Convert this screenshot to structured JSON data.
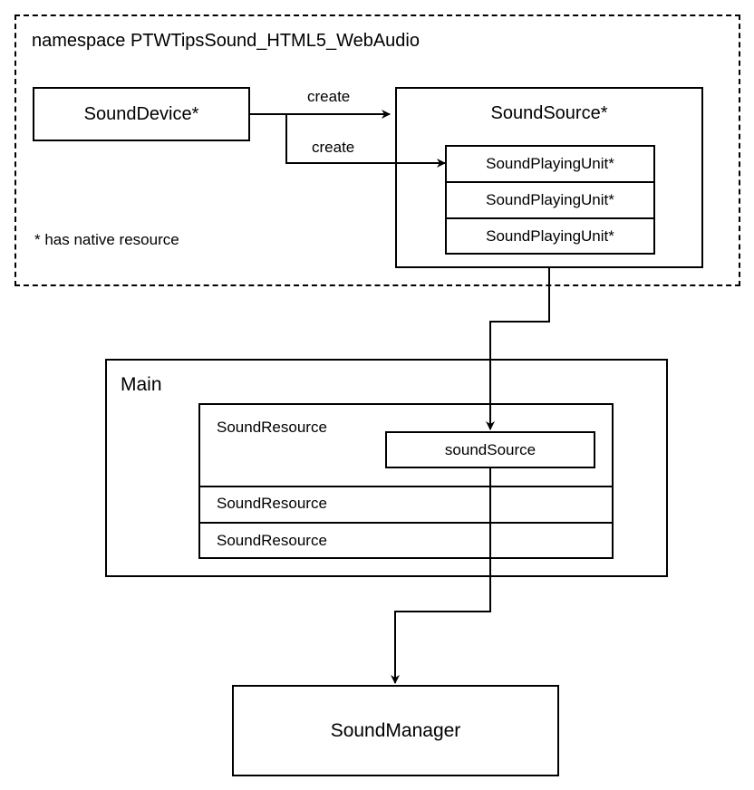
{
  "namespace": {
    "title": "namespace PTWTipsSound_HTML5_WebAudio",
    "note": "* has native resource",
    "sound_device": "SoundDevice*",
    "sound_source": "SoundSource*",
    "playing_units": [
      "SoundPlayingUnit*",
      "SoundPlayingUnit*",
      "SoundPlayingUnit*"
    ],
    "arrow_labels": [
      "create",
      "create"
    ]
  },
  "main": {
    "title": "Main",
    "resources": [
      "SoundResource",
      "SoundResource",
      "SoundResource"
    ],
    "sound_source_member": "soundSource"
  },
  "sound_manager": "SoundManager"
}
